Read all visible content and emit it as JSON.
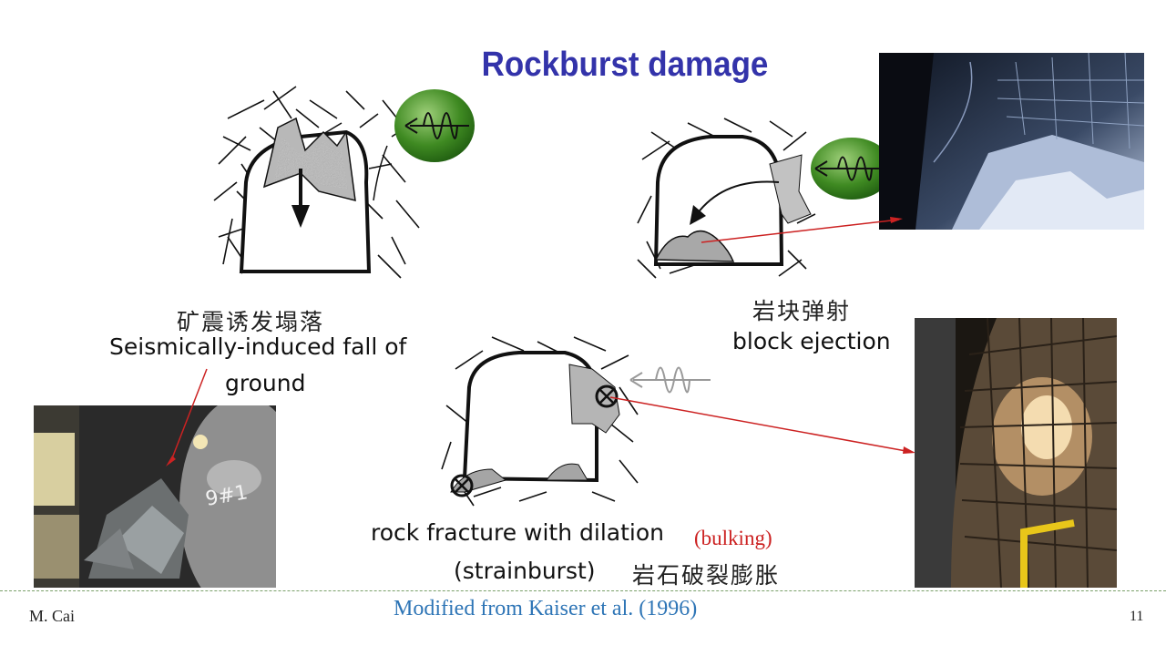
{
  "slide": {
    "title": "Rockburst damage",
    "author": "M. Cai",
    "source": "Modified from Kaiser et al. (1996)",
    "page_number": "11"
  },
  "panels": {
    "fall_of_ground": {
      "label_cn": "矿震诱发塌落",
      "label_en_line1": "Seismically-induced fall of",
      "label_en_line2": "ground"
    },
    "block_ejection": {
      "label_cn": "岩块弹射",
      "label_en": "block ejection"
    },
    "strainburst": {
      "label_en_line1": "rock fracture with dilation",
      "label_bulking": "(bulking)",
      "label_en_line2": "(strainburst)",
      "label_cn": "岩石破裂膨胀"
    }
  },
  "colors": {
    "title": "#3333aa",
    "source": "#2e75b6",
    "pointer": "#cc2222",
    "seismic_wave": "#2e7d1e"
  }
}
